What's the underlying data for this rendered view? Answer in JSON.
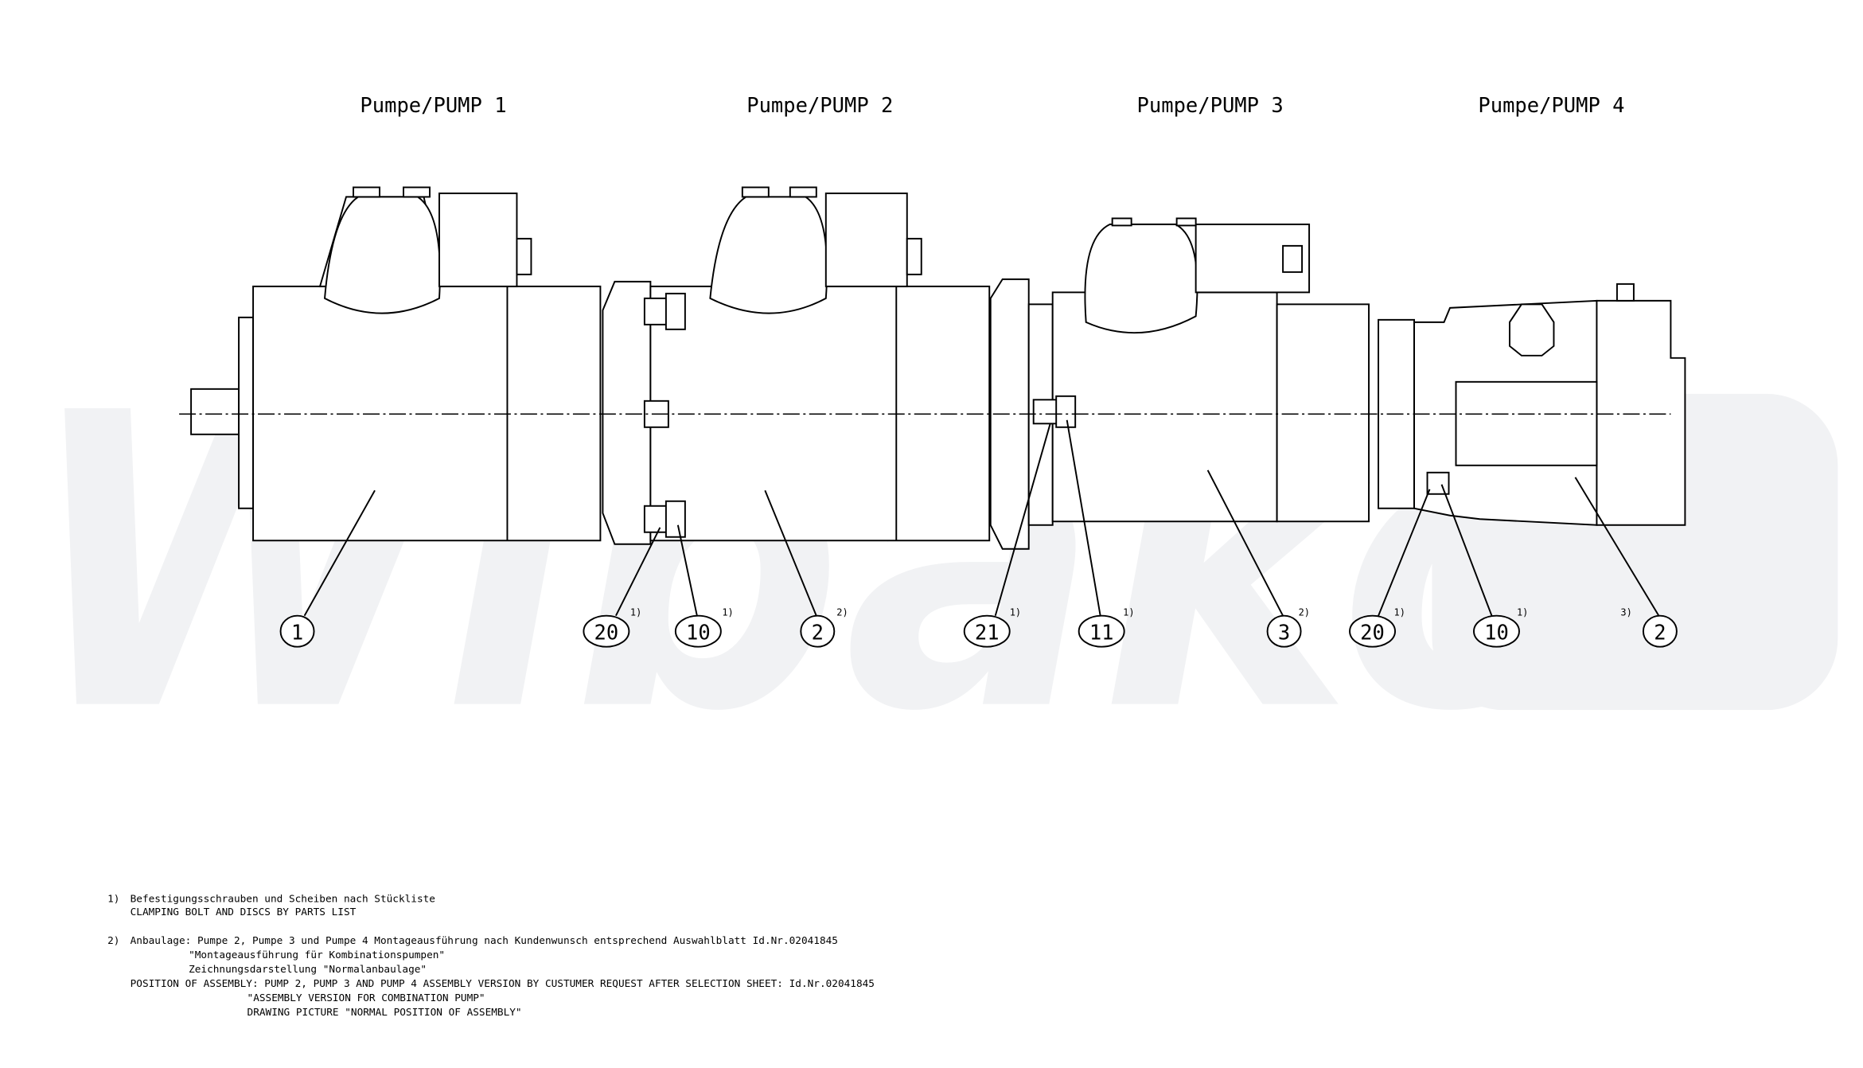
{
  "watermark": "Wibako",
  "pumps": [
    {
      "title": "Pumpe/PUMP 1"
    },
    {
      "title": "Pumpe/PUMP 2"
    },
    {
      "title": "Pumpe/PUMP 3"
    },
    {
      "title": "Pumpe/PUMP 4"
    }
  ],
  "balloons": [
    {
      "label": "1",
      "note": ""
    },
    {
      "label": "20",
      "note": "1)"
    },
    {
      "label": "10",
      "note": "1)"
    },
    {
      "label": "2",
      "note": "2)"
    },
    {
      "label": "21",
      "note": "1)"
    },
    {
      "label": "11",
      "note": "1)"
    },
    {
      "label": "3",
      "note": "2)"
    },
    {
      "label": "20",
      "note": "1)"
    },
    {
      "label": "10",
      "note": "1)"
    },
    {
      "label": "2",
      "note": "3)"
    }
  ],
  "footnotes": {
    "n1": {
      "marker": "1)",
      "lines": [
        "Befestigungsschrauben und Scheiben nach Stückliste",
        "CLAMPING BOLT AND DISCS BY PARTS LIST"
      ]
    },
    "n2": {
      "marker": "2)",
      "lines": [
        "Anbaulage: Pumpe 2, Pumpe 3 und Pumpe 4 Montageausführung nach Kundenwunsch entsprechend Auswahlblatt Id.Nr.02041845",
        "\"Montageausführung für Kombinationspumpen\"",
        "Zeichnungsdarstellung \"Normalanbaulage\"",
        "POSITION OF ASSEMBLY: PUMP 2, PUMP 3 AND PUMP 4 ASSEMBLY VERSION BY CUSTUMER REQUEST AFTER SELECTION SHEET: Id.Nr.02041845",
        "\"ASSEMBLY VERSION FOR COMBINATION PUMP\"",
        "DRAWING PICTURE \"NORMAL POSITION OF ASSEMBLY\""
      ]
    }
  }
}
